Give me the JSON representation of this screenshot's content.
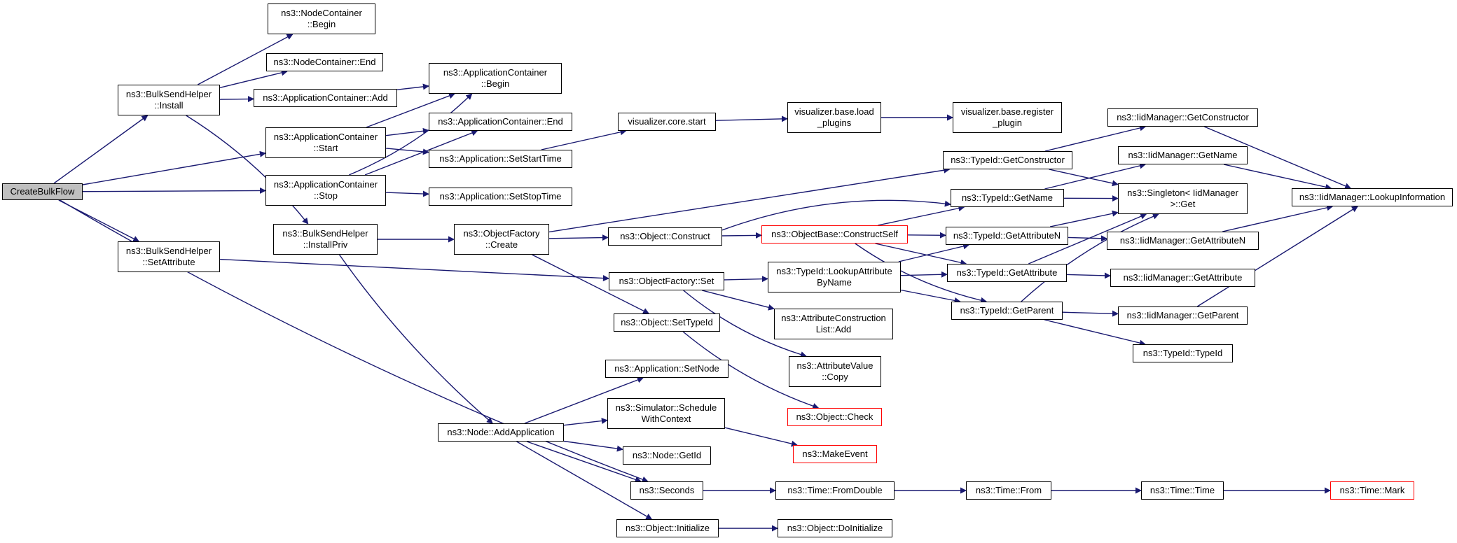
{
  "colors": {
    "edge": "#191970",
    "border": "#000000",
    "border_red": "#ff0000",
    "root_fill": "#bfbfbf"
  },
  "nodes": {
    "createbulkflow": {
      "label": "CreateBulkFlow"
    },
    "bsh_install": {
      "label": "ns3::BulkSendHelper\n::Install"
    },
    "bsh_setattribute": {
      "label": "ns3::BulkSendHelper\n::SetAttribute"
    },
    "nc_begin": {
      "label": "ns3::NodeContainer\n::Begin"
    },
    "nc_end": {
      "label": "ns3::NodeContainer::End"
    },
    "ac_add": {
      "label": "ns3::ApplicationContainer::Add"
    },
    "ac_start": {
      "label": "ns3::ApplicationContainer\n::Start"
    },
    "ac_stop": {
      "label": "ns3::ApplicationContainer\n::Stop"
    },
    "bsh_installpriv": {
      "label": "ns3::BulkSendHelper\n::InstallPriv"
    },
    "ac_begin": {
      "label": "ns3::ApplicationContainer\n::Begin"
    },
    "ac_end": {
      "label": "ns3::ApplicationContainer::End"
    },
    "app_setstarttime": {
      "label": "ns3::Application::SetStartTime"
    },
    "app_setstoptime": {
      "label": "ns3::Application::SetStopTime"
    },
    "vis_core_start": {
      "label": "visualizer.core.start"
    },
    "vis_load_plugins": {
      "label": "visualizer.base.load\n_plugins"
    },
    "vis_register_plugin": {
      "label": "visualizer.base.register\n_plugin"
    },
    "of_create": {
      "label": "ns3::ObjectFactory\n::Create"
    },
    "obj_construct": {
      "label": "ns3::Object::Construct"
    },
    "of_set": {
      "label": "ns3::ObjectFactory::Set"
    },
    "obj_settypeid": {
      "label": "ns3::Object::SetTypeId"
    },
    "ob_constructself": {
      "label": "ns3::ObjectBase::ConstructSelf"
    },
    "tid_lookupattr": {
      "label": "ns3::TypeId::LookupAttribute\nByName"
    },
    "acl_add": {
      "label": "ns3::AttributeConstruction\nList::Add"
    },
    "av_copy": {
      "label": "ns3::AttributeValue\n::Copy"
    },
    "obj_check": {
      "label": "ns3::Object::Check"
    },
    "tid_getconstructor": {
      "label": "ns3::TypeId::GetConstructor"
    },
    "tid_getname": {
      "label": "ns3::TypeId::GetName"
    },
    "tid_getattributen": {
      "label": "ns3::TypeId::GetAttributeN"
    },
    "tid_getattribute": {
      "label": "ns3::TypeId::GetAttribute"
    },
    "tid_getparent": {
      "label": "ns3::TypeId::GetParent"
    },
    "tid_typeid": {
      "label": "ns3::TypeId::TypeId"
    },
    "iid_getconstructor": {
      "label": "ns3::IidManager::GetConstructor"
    },
    "iid_getname": {
      "label": "ns3::IidManager::GetName"
    },
    "singleton_get": {
      "label": "ns3::Singleton< IidManager\n>::Get"
    },
    "iid_getattributen": {
      "label": "ns3::IidManager::GetAttributeN"
    },
    "iid_getattribute": {
      "label": "ns3::IidManager::GetAttribute"
    },
    "iid_getparent": {
      "label": "ns3::IidManager::GetParent"
    },
    "iid_lookupinfo": {
      "label": "ns3::IidManager::LookupInformation"
    },
    "app_setnode": {
      "label": "ns3::Application::SetNode"
    },
    "sim_schedule": {
      "label": "ns3::Simulator::Schedule\nWithContext"
    },
    "make_event": {
      "label": "ns3::MakeEvent"
    },
    "node_addapp": {
      "label": "ns3::Node::AddApplication"
    },
    "node_getid": {
      "label": "ns3::Node::GetId"
    },
    "seconds": {
      "label": "ns3::Seconds"
    },
    "obj_initialize": {
      "label": "ns3::Object::Initialize"
    },
    "obj_doinitialize": {
      "label": "ns3::Object::DoInitialize"
    },
    "time_fromdouble": {
      "label": "ns3::Time::FromDouble"
    },
    "time_from": {
      "label": "ns3::Time::From"
    },
    "time_time": {
      "label": "ns3::Time::Time"
    },
    "time_mark": {
      "label": "ns3::Time::Mark"
    }
  }
}
